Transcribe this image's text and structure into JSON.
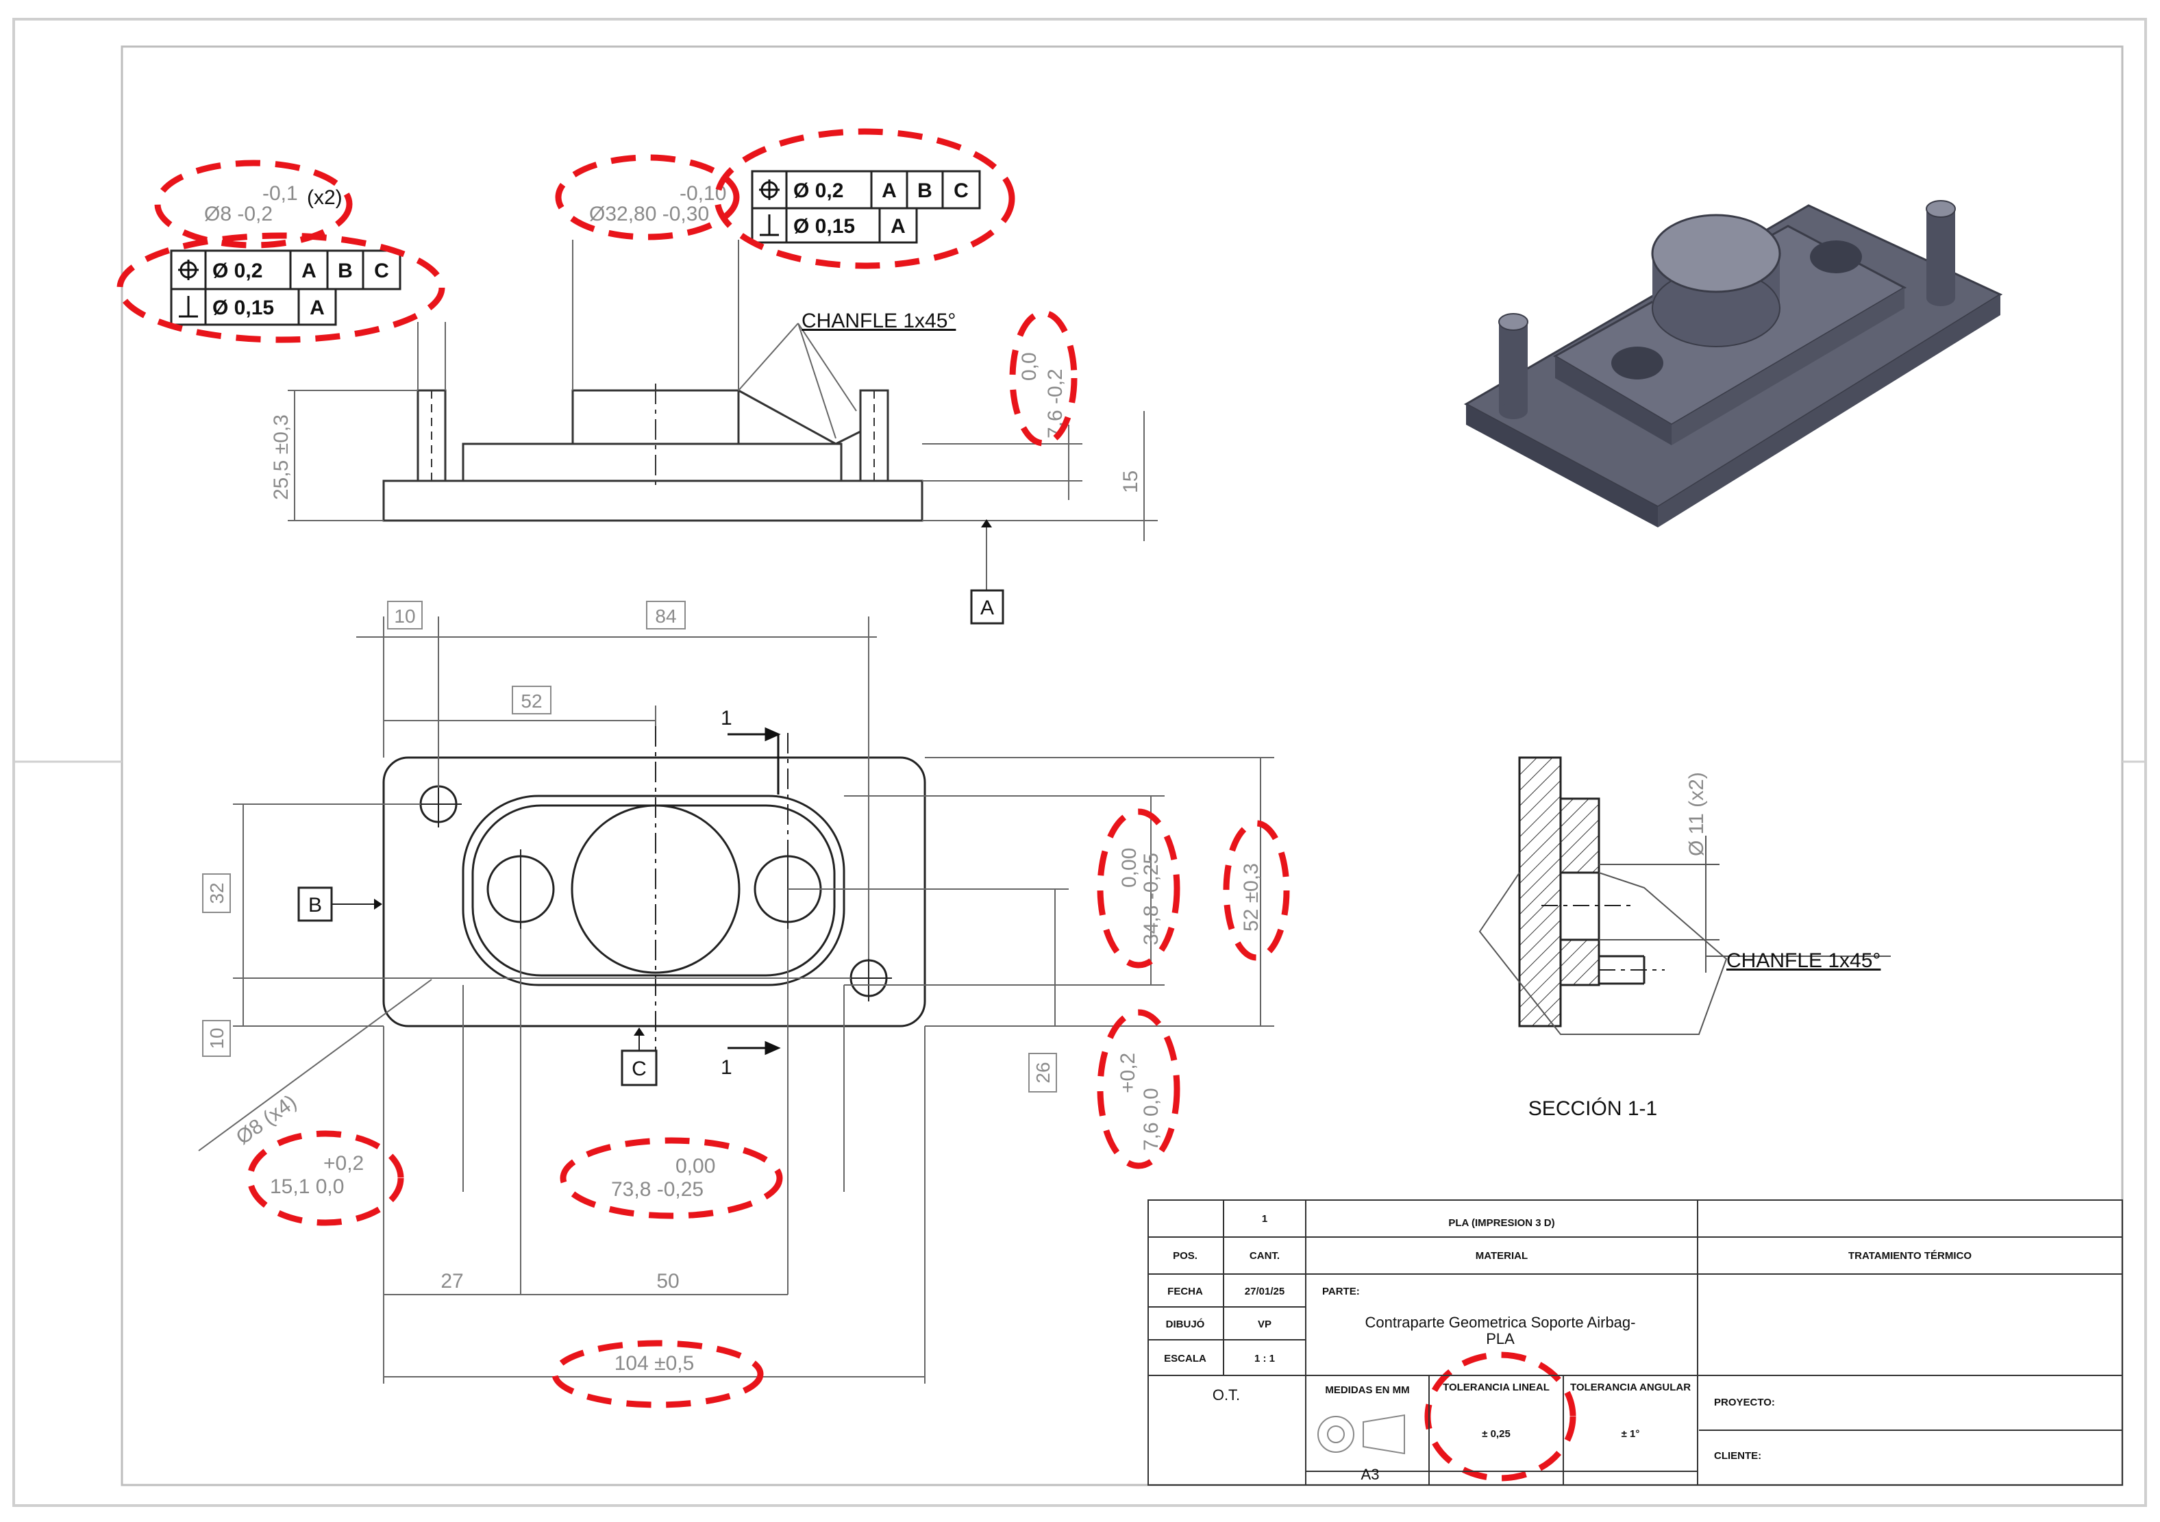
{
  "top_view": {
    "tol_left": {
      "upper": "-0,1",
      "main": "Ø8 -0,2",
      "qty": "(x2)"
    },
    "tol_center": {
      "upper": "-0,10",
      "main": "Ø32,80 -0,30"
    },
    "fcf_left": {
      "pos_value": "Ø 0,2",
      "datums": [
        "A",
        "B",
        "C"
      ],
      "perp_value": "Ø 0,15",
      "perp_datum": "A"
    },
    "fcf_center": {
      "pos_value": "Ø 0,2",
      "datums": [
        "A",
        "B",
        "C"
      ],
      "perp_value": "Ø 0,15",
      "perp_datum": "A"
    },
    "chamfer_note": "CHANFLE 1x45°",
    "height_dim": "25,5 ±0,3",
    "step_tol": {
      "upper": "0,0",
      "main": "7,6 -0,2"
    },
    "height_15": "15",
    "datum_a": "A"
  },
  "plan_view": {
    "dim_10": "10",
    "dim_84": "84",
    "dim_52": "52",
    "dim_32": "32",
    "dim_10_left": "10",
    "dim_26": "26",
    "hole_note": "Ø8 (x4)",
    "section_mark": "1",
    "datum_b": "B",
    "datum_c": "C",
    "tol_348": {
      "upper": "0,00",
      "main": "34,8 -0,25"
    },
    "dim_52_03": "52 ±0,3",
    "tol_76": {
      "upper": "+0,2",
      "main": "7,6 0,0"
    },
    "tol_151": {
      "upper": "+0,2",
      "main": "15,1 0,0"
    },
    "tol_738": {
      "upper": "0,00",
      "main": "73,8 -0,25"
    },
    "dim_27": "27",
    "dim_50": "50",
    "dim_104": "104 ±0,5"
  },
  "section_view": {
    "dia_note": "Ø 11 (x2)",
    "chamfer_note": "CHANFLE 1x45°",
    "title": "SECCIÓN 1-1"
  },
  "title_block": {
    "pos_qty": "1",
    "material_value": "PLA (IMPRESION 3 D)",
    "pos_label": "POS.",
    "cant_label": "CANT.",
    "material_label": "MATERIAL",
    "treatment_label": "TRATAMIENTO TÉRMICO",
    "fecha_label": "FECHA",
    "fecha_value": "27/01/25",
    "dibujo_label": "DIBUJÓ",
    "dibujo_value": "VP",
    "escala_label": "ESCALA",
    "escala_value": "1 : 1",
    "parte_label": "PARTE:",
    "part_name_1": "Contraparte Geometrica Soporte Airbag-",
    "part_name_2": "PLA",
    "ot_label": "O.T.",
    "medidas_label": "MEDIDAS EN MM",
    "sheet_size": "A3",
    "tol_lineal_label": "TOLERANCIA LINEAL",
    "tol_lineal_value": "± 0,25",
    "tol_angular_label": "TOLERANCIA ANGULAR",
    "tol_angular_value": "± 1°",
    "proyecto_label": "PROYECTO:",
    "cliente_label": "CLIENTE:"
  }
}
